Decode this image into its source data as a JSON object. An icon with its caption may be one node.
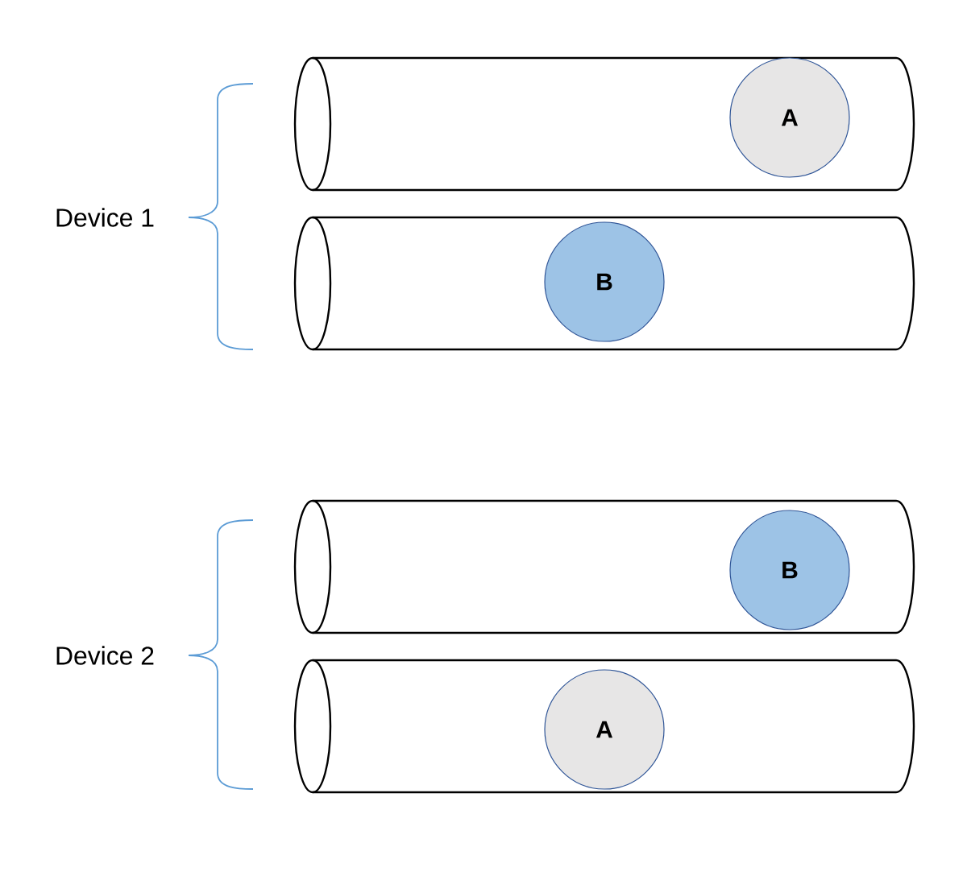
{
  "diagram": {
    "nodes": [
      {
        "text": [],
        "shape": "cylinder"
      },
      {
        "text": [
          "A"
        ],
        "in": 0
      },
      {
        "text": [],
        "shape": "cylinder"
      },
      {
        "text": [
          "B"
        ],
        "in": 2
      },
      {
        "text": [],
        "shape": "cylinder"
      },
      {
        "text": [
          "B"
        ],
        "in": 4
      },
      {
        "text": [],
        "shape": "cylinder"
      },
      {
        "text": [
          "A"
        ],
        "in": 6
      }
    ],
    "labels": [
      "Device 1",
      "Device 2"
    ]
  }
}
